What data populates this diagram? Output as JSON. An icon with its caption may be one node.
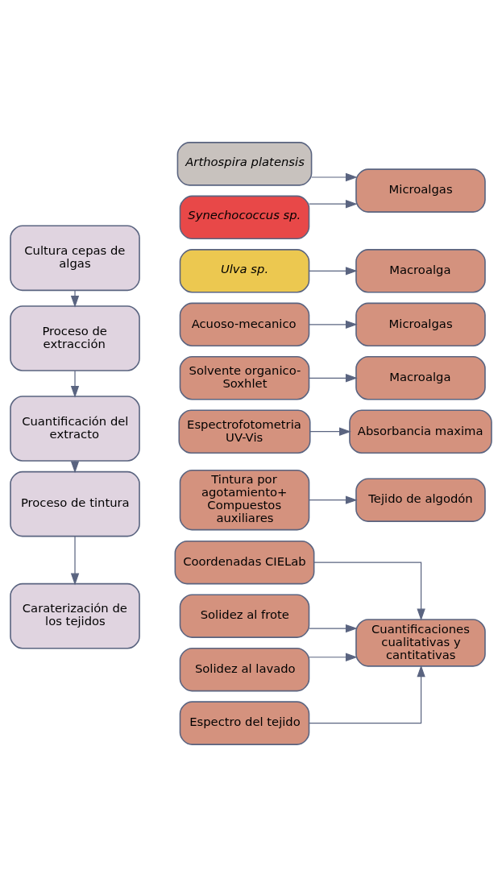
{
  "diagram": {
    "nodes": [
      {
        "text": [
          "Cultura cepas de algas"
        ]
      },
      {
        "text": [
          "Arthospira platensis"
        ]
      },
      {
        "text": [
          "Synechococcus sp."
        ]
      },
      {
        "text": [
          "Ulva sp."
        ]
      },
      {
        "text": [
          "Microalgas"
        ]
      },
      {
        "text": [
          "Macroalga"
        ]
      },
      {
        "text": [
          "Proceso de extracción"
        ]
      },
      {
        "text": [
          "Acuoso-mecanico"
        ]
      },
      {
        "text": [
          "Microalgas"
        ]
      },
      {
        "text": [
          "Solvente organico-Soxhlet"
        ]
      },
      {
        "text": [
          "Macroalga"
        ]
      },
      {
        "text": [
          "Cuantificación del extracto"
        ]
      },
      {
        "text": [
          "Espectrofotometria UV-Vis"
        ]
      },
      {
        "text": [
          "Absorbancia maxima"
        ]
      },
      {
        "text": [
          "Proceso de tintura"
        ]
      },
      {
        "text": [
          "Tintura por agotamiento+ Compuestos auxiliares"
        ]
      },
      {
        "text": [
          "Tejido de algodón"
        ]
      },
      {
        "text": [
          "Caraterización de los tejidos"
        ]
      },
      {
        "text": [
          "Coordenadas CIELab"
        ]
      },
      {
        "text": [
          "Solidez al frote"
        ]
      },
      {
        "text": [
          "Solidez al lavado"
        ]
      },
      {
        "text": [
          "Espectro del tejido"
        ]
      },
      {
        "text": [
          "Cuantificaciones cualitativas y cantitativas"
        ]
      }
    ],
    "edges": [
      {
        "from": 1,
        "to": 4,
        "arrow": "to"
      },
      {
        "from": 2,
        "to": 4,
        "arrow": "to"
      },
      {
        "from": 3,
        "to": 5,
        "arrow": "to"
      },
      {
        "from": 0,
        "to": 6,
        "arrow": "to"
      },
      {
        "from": 7,
        "to": 8,
        "arrow": "to"
      },
      {
        "from": 9,
        "to": 10,
        "arrow": "to"
      },
      {
        "from": 6,
        "to": 11,
        "arrow": "to"
      },
      {
        "from": 12,
        "to": 13,
        "arrow": "to"
      },
      {
        "from": 11,
        "to": 14,
        "arrow": "to"
      },
      {
        "from": 15,
        "to": 16,
        "arrow": "to"
      },
      {
        "from": 14,
        "to": 17,
        "arrow": "to"
      },
      {
        "from": 18,
        "to": 22,
        "arrow": "to"
      },
      {
        "from": 19,
        "to": 22,
        "arrow": "to"
      },
      {
        "from": 20,
        "to": 22,
        "arrow": "to"
      },
      {
        "from": 21,
        "to": 22,
        "arrow": "to"
      }
    ]
  }
}
